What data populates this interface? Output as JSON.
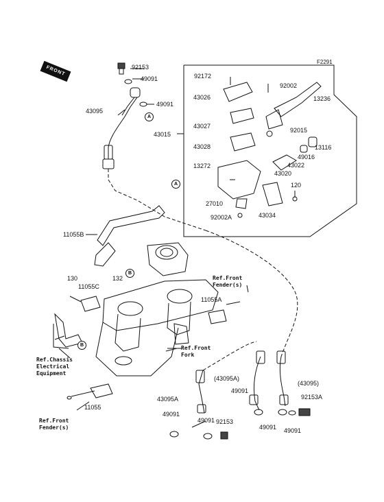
{
  "figure_code": "F2291",
  "front_label": "FRONT",
  "callouts": {
    "a": "A",
    "b": "B"
  },
  "parts": {
    "p92153": "92153",
    "p49091_top": "49091",
    "p49091_mid": "49091",
    "p43095": "43095",
    "p92172": "92172",
    "p43026": "43026",
    "p43027": "43027",
    "p43028": "43028",
    "p43015": "43015",
    "p13272": "13272",
    "p27010": "27010",
    "p92002A": "92002A",
    "p43034": "43034",
    "p120": "120",
    "p43020": "43020",
    "p43022": "43022",
    "p49016": "49016",
    "p13116": "13116",
    "p92015": "92015",
    "p13236": "13236",
    "p92002": "92002",
    "p11055B": "11055B",
    "p130": "130",
    "p11055C": "11055C",
    "p132": "132",
    "p11055A": "11055A",
    "p11055": "11055",
    "p43095A_lower": "43095A",
    "p43095A_paren": "(43095A)",
    "p43095_paren": "(43095)",
    "p49091_a": "49091",
    "p49091_b": "49091",
    "p49091_c": "49091",
    "p49091_d": "49091",
    "p49091_e": "49091",
    "p92153A": "92153A",
    "p92153_lower": "92153"
  },
  "references": {
    "front_fender_right": "Ref.Front\nFender(s)",
    "front_fork": "Ref.Front\nFork",
    "chassis_electrical": "Ref.Chassis\nElectrical\nEquipment",
    "front_fender_bottom": "Ref.Front\nFender(s)"
  }
}
